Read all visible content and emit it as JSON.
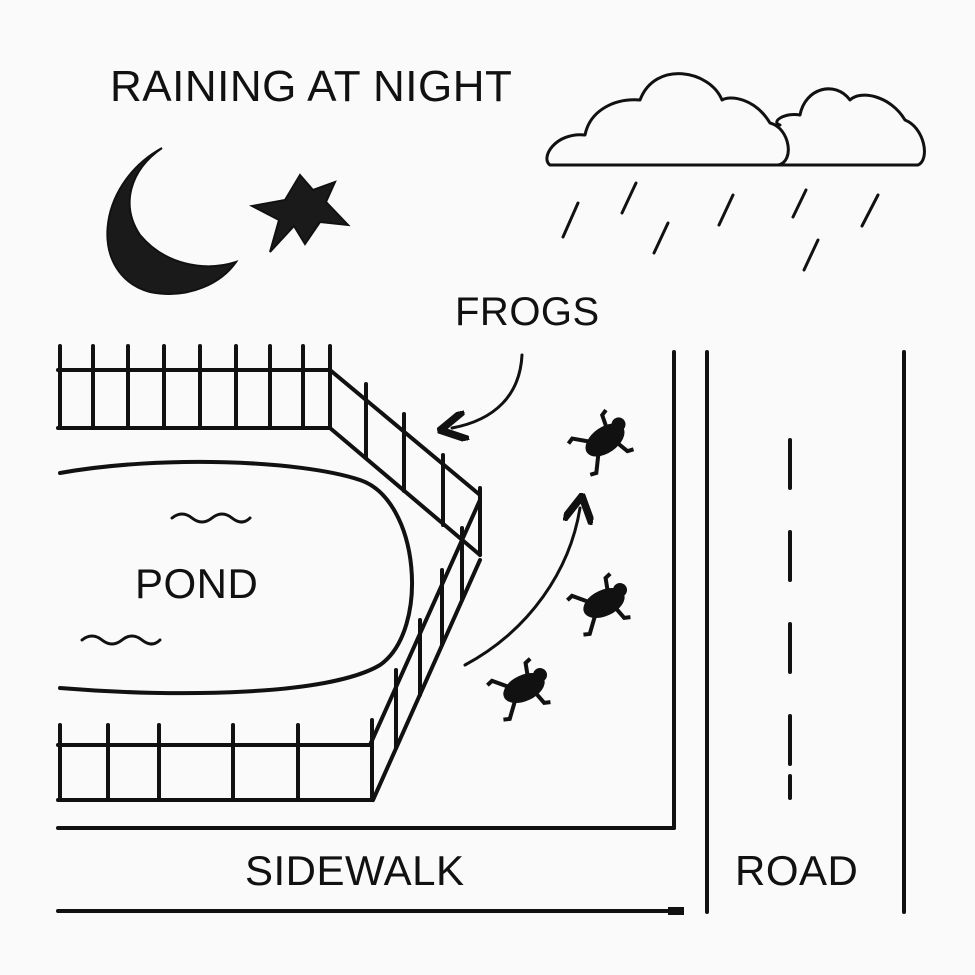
{
  "title": "RAINING AT NIGHT",
  "labels": {
    "frogs": "FROGS",
    "pond": "POND",
    "sidewalk": "SIDEWALK",
    "road": "ROAD"
  },
  "icons": [
    "moon-icon",
    "star-icon",
    "cloud-icon",
    "frog-icon"
  ],
  "colors": {
    "ink": "#111111",
    "background": "#fafafa"
  }
}
